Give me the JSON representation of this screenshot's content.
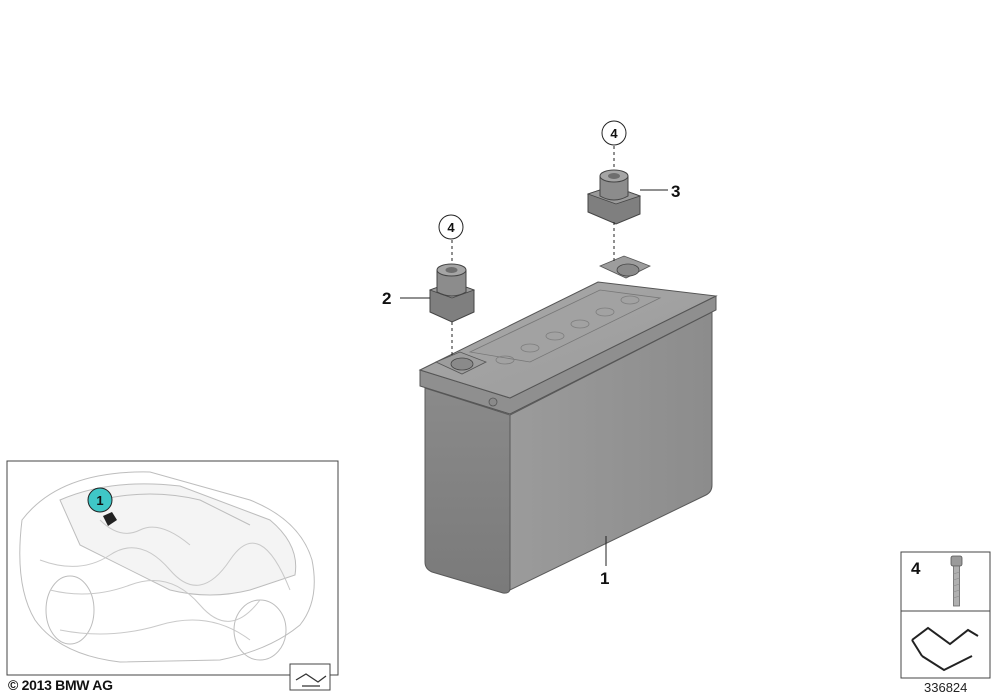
{
  "callouts": {
    "battery": "1",
    "terminal_cover_left": "2",
    "terminal_cover_right": "3",
    "screw_left": "4",
    "screw_right": "4"
  },
  "inset": {
    "marker": "1"
  },
  "legend": {
    "item_number": "4"
  },
  "footer": {
    "copyright": "© 2013 BMW AG",
    "diagram_number": "336824"
  }
}
